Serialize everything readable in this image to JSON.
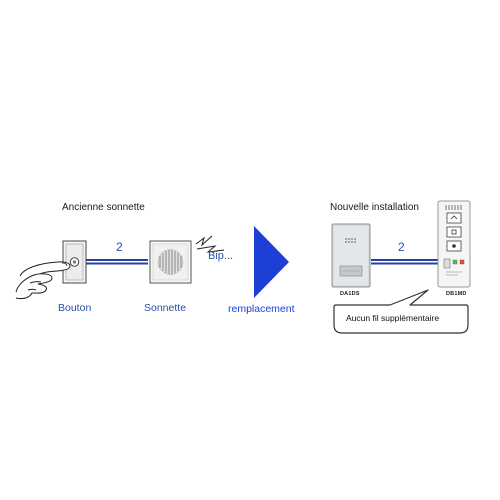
{
  "left": {
    "title": "Ancienne sonnette",
    "button_label": "Bouton",
    "chime_label": "Sonnette",
    "wire_count": "2",
    "sound_text": "Bip..."
  },
  "middle": {
    "arrow_label": "remplacement",
    "arrow_color": "#1d3fd6"
  },
  "right": {
    "title": "Nouvelle installation",
    "outdoor_unit_label": "DA1DS",
    "indoor_unit_label": "DB1MD",
    "wire_count": "2",
    "callout_text": "Aucun fil supplémentaire"
  },
  "colors": {
    "wire_blue": "#2a3f9e",
    "label_blue": "#2a4fa8"
  }
}
